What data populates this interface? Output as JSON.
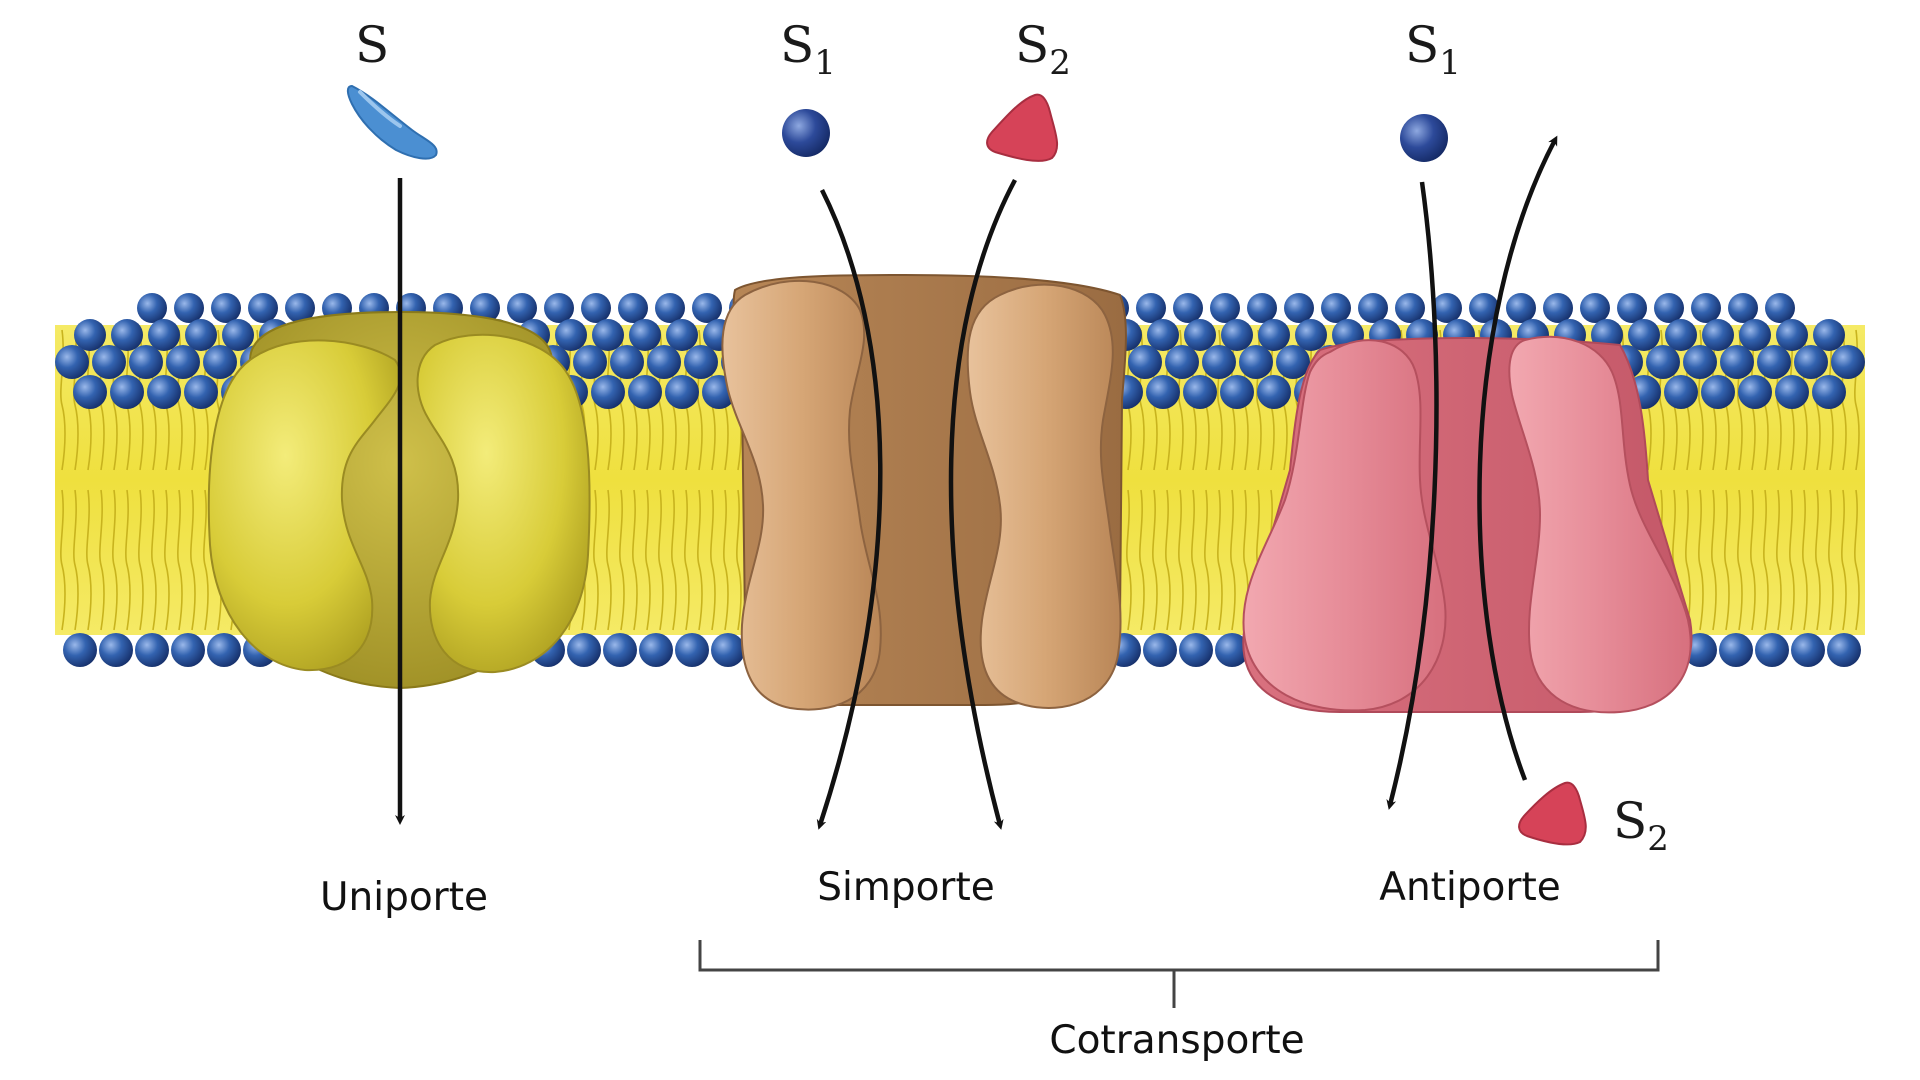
{
  "labels": {
    "uniport_substrate": {
      "base": "S",
      "sub": ""
    },
    "symport_substrate_1": {
      "base": "S",
      "sub": "1"
    },
    "symport_substrate_2": {
      "base": "S",
      "sub": "2"
    },
    "antiport_substrate_1": {
      "base": "S",
      "sub": "1"
    },
    "antiport_substrate_2": {
      "base": "S",
      "sub": "2"
    }
  },
  "captions": {
    "uniport": "Uniporte",
    "symport": "Simporte",
    "antiport": "Antiporte",
    "cotransport": "Cotransporte"
  },
  "colors": {
    "membrane_heads": "#2f5ca8",
    "membrane_tails": "#f0e040",
    "uniport_protein": "#d8cc38",
    "symport_protein": "#d9aa7c",
    "antiport_protein": "#e68c98",
    "substrate_s": "#4b8fd2",
    "substrate_s1": "#2d4a9a",
    "substrate_s2": "#d64358"
  },
  "icons": {
    "uniport_substrate": "crescent-molecule-icon",
    "s1_molecule": "sphere-molecule-icon",
    "s2_molecule": "triangle-molecule-icon"
  }
}
